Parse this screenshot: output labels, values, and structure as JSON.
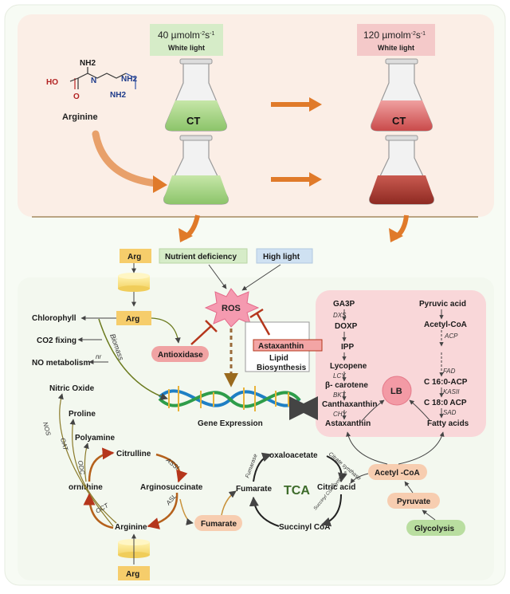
{
  "top": {
    "molecule": {
      "nh2_top": "NH2",
      "ho": "HO",
      "o": "O",
      "n": "N",
      "nh2_right": "NH2",
      "nh2_bottom": "NH2",
      "name": "Arginine"
    },
    "low_light": {
      "value": "40 µmolm",
      "exp": "-2",
      "s": "s",
      "exp2": "-1",
      "label": "White light"
    },
    "high_light": {
      "value": "120 µmolm",
      "exp": "-2",
      "s": "s",
      "exp2": "-1",
      "label": "White light"
    },
    "ct_label": "CT"
  },
  "inputs": {
    "arg": "Arg",
    "nutrient": "Nutrient deficiency",
    "high_light": "High light"
  },
  "center": {
    "ros": "ROS",
    "antioxidase": "Antioxidase",
    "astaxanthin": "Astaxanthin",
    "lipid": "Lipid",
    "biosynthesis": "Biosynthesis",
    "gene_expression": "Gene Expression",
    "biomass": "Biomass",
    "nr": "nr"
  },
  "left": {
    "chlorophyll": "Chlorophyll",
    "co2": "CO2 fixing",
    "no_metabolism": "NO metabolism",
    "nitric_oxide": "Nitric Oxide",
    "proline": "Proline",
    "polyamine": "Polyamine",
    "citrulline": "Citrulline",
    "ornithine": "ornithine",
    "arginosuccinate": "Arginosuccinate",
    "arginine": "Arginine",
    "fumarate": "Fumarate",
    "arg_bottom": "Arg",
    "nos": "NOS",
    "oat": "OAT",
    "odc": "ODC",
    "oct": "OCT",
    "assi": "ASSI",
    "asl": "ASL"
  },
  "tca": {
    "label": "TCA",
    "oxaloacetate": "oxaloacetate",
    "citric_acid": "Citric acid",
    "succinyl": "Succinyl CoA",
    "fumarate": "Fumarate",
    "fumarase": "Fumarase",
    "citrate_synthase": "Citrate synthase",
    "succinyl_synthase": "Succinyl CoA Synthase",
    "acetyl_coa": "Acetyl -CoA",
    "pyruvate": "Pyruvate",
    "glycolysis": "Glycolysis"
  },
  "pathway": {
    "ga3p": "GA3P",
    "dxs": "DXS",
    "doxp": "DOXP",
    "ipp": "IPP",
    "lycopene": "Lycopene",
    "lcy": "LCY",
    "bcarotene": "β- carotene",
    "bkt": "BKT",
    "canthaxanthin": "Canthaxanthin",
    "chy": "CHY",
    "astaxanthin": "Astaxanthin",
    "pyruvic": "Pyruvic acid",
    "acetyl": "Acetyl-CoA",
    "acp": "ACP",
    "fad": "FAD",
    "c16": "C 16:0-ACP",
    "kasii": "KASII",
    "c18": "C 18:0 ACP",
    "sad": "SAD",
    "fatty": "Fatty acids",
    "lb": "LB"
  },
  "colors": {
    "peach": "#fbeee6",
    "green_light": "#d6ecc8",
    "pink_light": "#f4c9c9",
    "orange": "#e07a2a",
    "olive": "#8a7a2a",
    "pink_box": "#f0a3a3"
  }
}
